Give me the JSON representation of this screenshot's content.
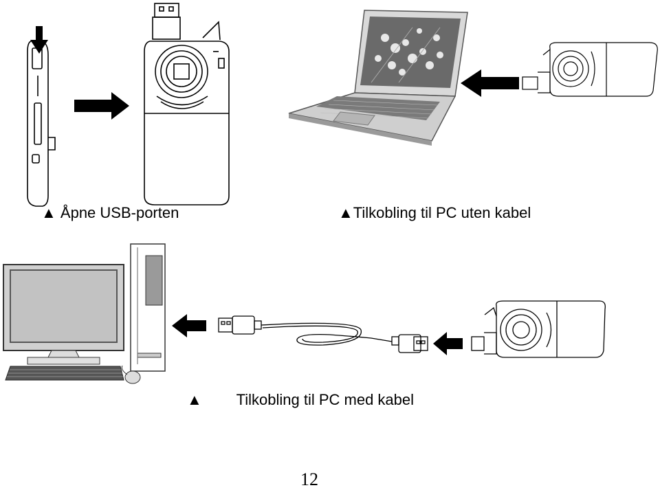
{
  "captions": {
    "open_usb": "Åpne USB-porten",
    "pc_no_cable": "Tilkobling til PC uten kabel",
    "pc_with_cable": "Tilkobling til PC med kabel"
  },
  "marker_glyph": "▲",
  "page_number": "12",
  "icons": {
    "arrow": "arrow-icon",
    "camera": "camera-icon",
    "laptop": "laptop-icon",
    "desktop": "desktop-computer-icon",
    "cable": "usb-cable-icon"
  }
}
